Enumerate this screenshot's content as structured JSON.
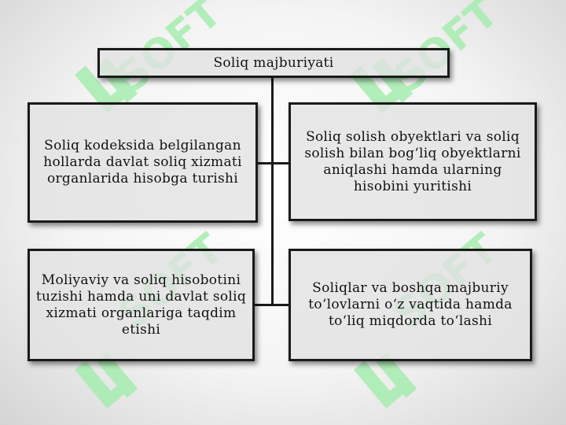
{
  "diagram": {
    "root": {
      "label": "Soliq majburiyati"
    },
    "children": [
      {
        "label": "Soliq kodeksida belgilangan hollarda davlat soliq xizmati organlarida hisobga turishi"
      },
      {
        "label": "Soliq solish obyektlari va soliq solish bilan bog‘liq obyektlarni aniqlashi hamda ularning hisobini yuritishi"
      },
      {
        "label": "Moliyaviy va soliq hisobotini tuzishi hamda uni davlat soliq xizmati organlariga taqdim etishi"
      },
      {
        "label": "Soliqlar va boshqa majburiy to‘lovlarni o‘z vaqtida hamda to‘liq miqdorda to‘lashi"
      }
    ]
  },
  "watermark": {
    "text": "SOFT",
    "color": "#9ee9a8"
  }
}
